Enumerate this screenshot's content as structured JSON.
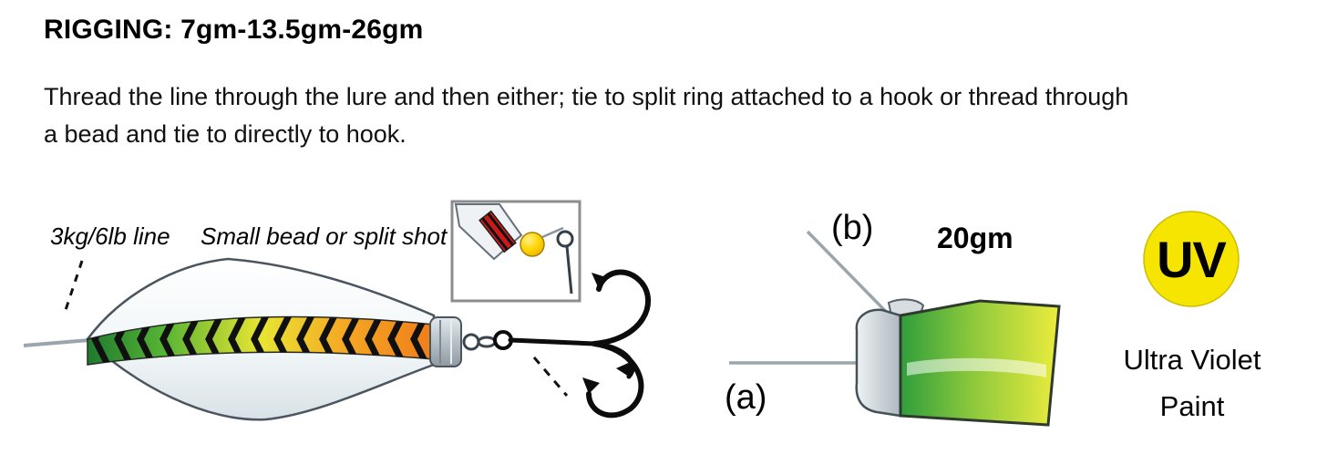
{
  "header": {
    "title": "RIGGING: 7gm-13.5gm-26gm"
  },
  "description": {
    "line1": "Thread the line through the lure and then either; tie to split ring attached to a hook or thread through",
    "line2": "a bead and tie to directly to hook."
  },
  "left_diagram": {
    "line_label": "3kg/6lb line",
    "bead_label": "Small bead or split shot"
  },
  "right_diagram": {
    "label_b": "(b)",
    "label_a": "(a)",
    "weight_label": "20gm"
  },
  "uv": {
    "badge_text": "UV",
    "caption_line1": "Ultra Violet",
    "caption_line2": "Paint",
    "badge_color": "#F6E500"
  },
  "colors": {
    "band_green": "#2f9e3c",
    "band_yellow": "#e8e532",
    "band_orange": "#ef7d1a",
    "bead_yellow": "#f5b800",
    "inset_band_red": "#cc1a1a"
  }
}
